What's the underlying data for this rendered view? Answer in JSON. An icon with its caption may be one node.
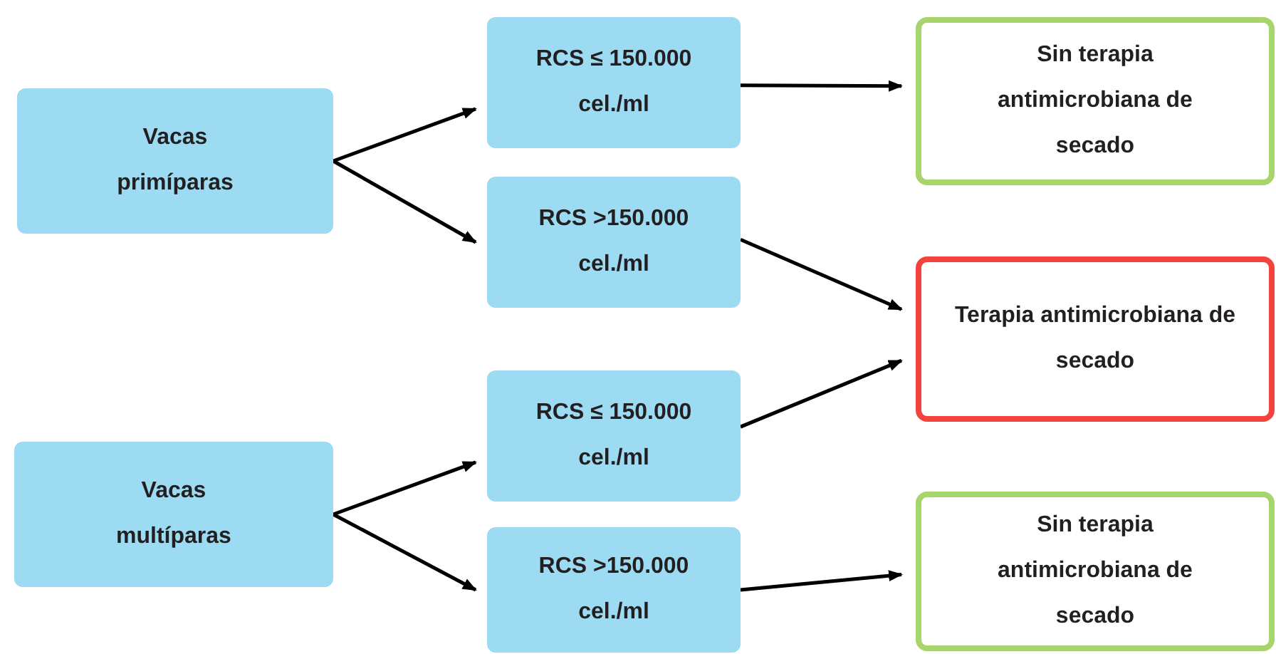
{
  "diagram": {
    "nodes": [
      {
        "text": [
          "Vacas primíparas"
        ]
      },
      {
        "text": [
          "RCS ≤ 150.000 cel./ml"
        ]
      },
      {
        "text": [
          "Sin terapia antimicrobiana de secado"
        ]
      },
      {
        "text": [
          "RCS >150.000 cel./ml"
        ]
      },
      {
        "text": [
          "Terapia antimicrobiana de secado"
        ]
      },
      {
        "text": [
          "Vacas multíparas"
        ]
      },
      {
        "text": [
          "RCS ≤ 150.000 cel./ml"
        ]
      },
      {
        "text": [
          "RCS >150.000 cel./ml"
        ]
      },
      {
        "text": [
          "Sin terapia antimicrobiana de secado"
        ]
      }
    ],
    "edges": [
      {
        "from": 0,
        "to": 1,
        "arrow": "to"
      },
      {
        "from": 0,
        "to": 3,
        "arrow": "to"
      },
      {
        "from": 1,
        "to": 2,
        "arrow": "to"
      },
      {
        "from": 3,
        "to": 4,
        "arrow": "to"
      },
      {
        "from": 5,
        "to": 6,
        "arrow": "to"
      },
      {
        "from": 5,
        "to": 7,
        "arrow": "to"
      },
      {
        "from": 6,
        "to": 4,
        "arrow": "to"
      },
      {
        "from": 7,
        "to": 8,
        "arrow": "to"
      }
    ]
  }
}
